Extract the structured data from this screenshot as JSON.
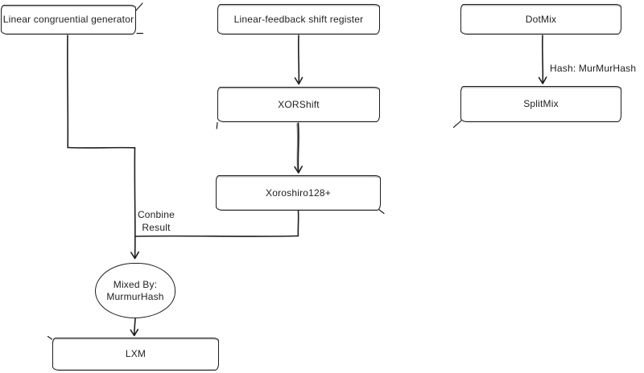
{
  "diagram": {
    "colors": {
      "stroke": "#1e1e1e",
      "background": "#ffffff"
    },
    "nodes": {
      "lcg": {
        "label": "Linear congruential generator",
        "shape": "rectangle"
      },
      "lfsr": {
        "label": "Linear-feedback shift register",
        "shape": "rectangle"
      },
      "dotmix": {
        "label": "DotMix",
        "shape": "rectangle"
      },
      "xorshift": {
        "label": "XORShift",
        "shape": "rectangle"
      },
      "splitmix": {
        "label": "SplitMix",
        "shape": "rectangle"
      },
      "xoroshiro": {
        "label": "Xoroshiro128+",
        "shape": "rectangle"
      },
      "mixer": {
        "label_line1": "Mixed By:",
        "label_line2": "MurmurHash",
        "shape": "ellipse"
      },
      "lxm": {
        "label": "LXM",
        "shape": "rectangle"
      }
    },
    "edges": {
      "dotmix_to_splitmix": {
        "label": "Hash: MurMurHash"
      },
      "combine_result": {
        "label_line1": "Conbine",
        "label_line2": "Result"
      }
    }
  }
}
